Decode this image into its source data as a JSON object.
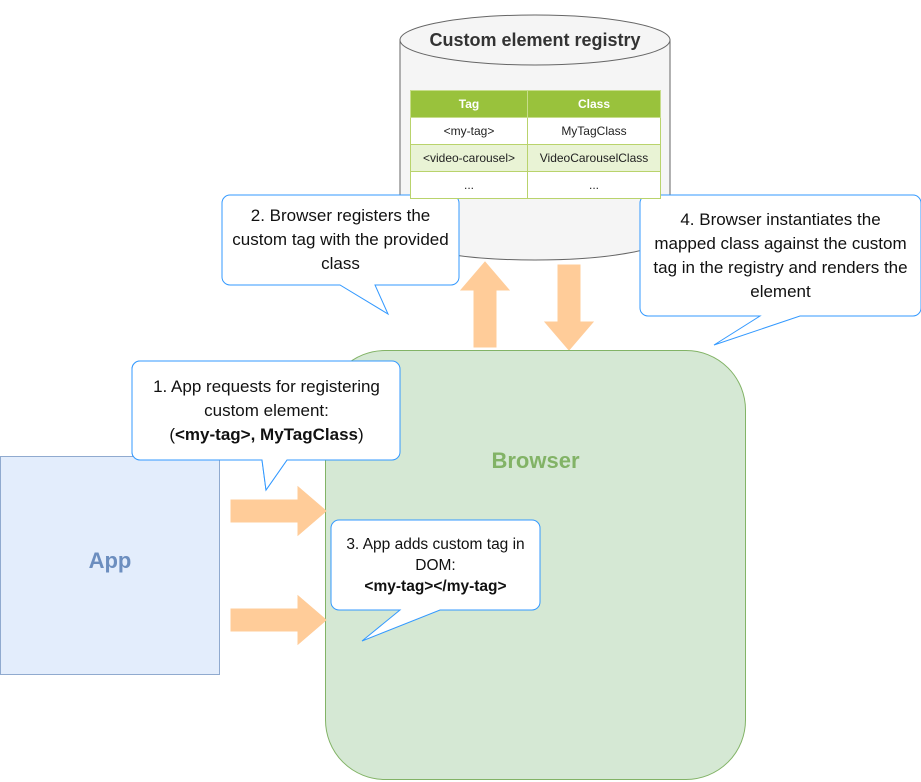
{
  "registry": {
    "title": "Custom element registry",
    "columns": [
      "Tag",
      "Class"
    ],
    "rows": [
      [
        "<my-tag>",
        "MyTagClass"
      ],
      [
        "<video-carousel>",
        "VideoCarouselClass"
      ],
      [
        "...",
        "..."
      ]
    ]
  },
  "nodes": {
    "app": "App",
    "browser": "Browser"
  },
  "notes": {
    "n1_text": "1. App requests for registering custom element:",
    "n1_open": "(",
    "n1_tag": "<my-tag>",
    "n1_comma": ", ",
    "n1_class": "MyTagClass",
    "n1_close": ")",
    "n2": "2. Browser registers the custom tag with the provided class",
    "n3_text": "3. App adds custom tag in DOM:",
    "n3_code": "<my-tag></my-tag>",
    "n4": "4. Browser instantiates the mapped class against the custom tag in the registry and renders the element"
  },
  "colors": {
    "app_fill": "#dae8fc",
    "app_stroke": "#6c8ebf",
    "browser_fill": "#d5e8d4",
    "browser_stroke": "#82b366",
    "arrow_fill": "#ffcc99",
    "callout_stroke": "#3399ff",
    "table_header": "#99c23c"
  }
}
